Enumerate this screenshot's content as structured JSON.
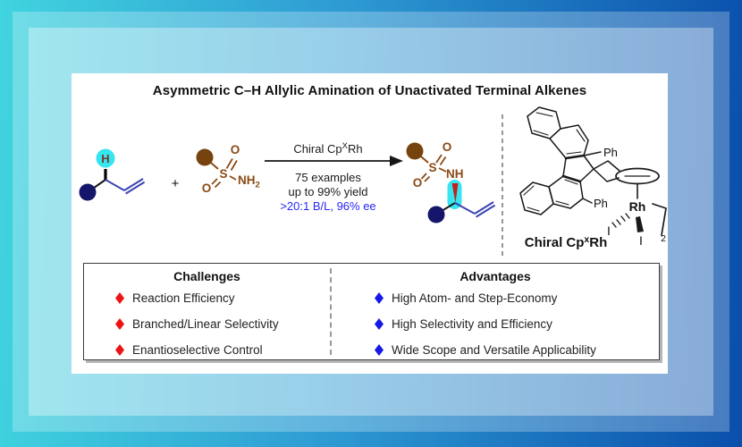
{
  "title": "Asymmetric C–H Allylic Amination of Unactivated Terminal Alkenes",
  "scheme": {
    "plus_sign": "+",
    "arrow_label_pre": "Chiral Cp",
    "arrow_label_sup": "X",
    "arrow_label_post": "Rh",
    "conditions_line1": "75 examples",
    "conditions_line2": "up to 99% yield",
    "conditions_line3": ">20:1 B/L, 96% ee",
    "atoms": {
      "h": "H",
      "s": "S",
      "o": "O",
      "nh": "NH",
      "sub2": "2",
      "iodine": "I",
      "rhodium": "Rh",
      "phenyl": "Ph"
    }
  },
  "catalyst": {
    "label_pre": "Chiral Cp",
    "label_sup": "x",
    "label_post": "Rh",
    "bracket_sub": "2"
  },
  "summary": {
    "challenges": {
      "header": "Challenges",
      "items": [
        "Reaction Efficiency",
        "Branched/Linear Selectivity",
        "Enantioselective Control"
      ]
    },
    "advantages": {
      "header": "Advantages",
      "items": [
        "High Atom- and Step-Economy",
        "High Selectivity and Efficiency",
        "Wide Scope and Versatile Applicability"
      ]
    }
  },
  "colors": {
    "highlight_cyan": "#35E5EF",
    "navy_ball": "#15156B",
    "brown_ball": "#76430E",
    "brown_atom": "#8B4A15",
    "blue_conditions": "#2828F8",
    "red_diamond": "#EC1313",
    "blue_diamond": "#1518E6",
    "vinyl_blue": "#3A43B0",
    "wedge_red": "#C0231F"
  }
}
